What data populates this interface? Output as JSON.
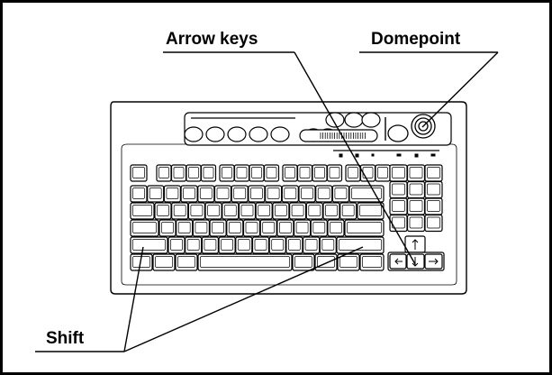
{
  "labels": {
    "arrow_keys": "Arrow keys",
    "domepoint": "Domepoint",
    "shift": "Shift"
  },
  "colors": {
    "line": "#000000",
    "key_fill": "#ffffff",
    "board_fill": "#ffffff"
  }
}
